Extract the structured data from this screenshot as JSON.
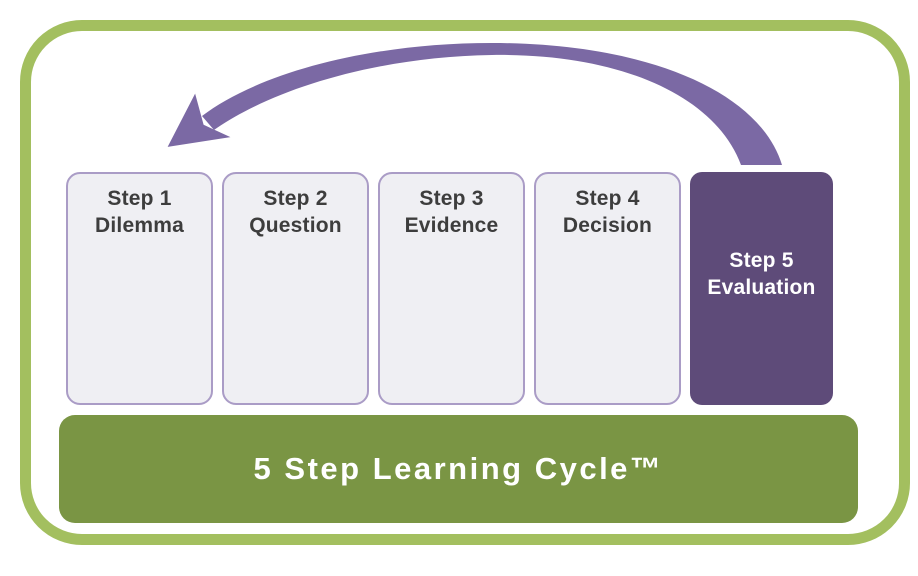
{
  "diagram": {
    "title": "5 Step Learning Cycle™",
    "steps": [
      {
        "step": "Step 1",
        "label": "Dilemma"
      },
      {
        "step": "Step 2",
        "label": "Question"
      },
      {
        "step": "Step 3",
        "label": "Evidence"
      },
      {
        "step": "Step 4",
        "label": "Decision"
      },
      {
        "step": "Step 5",
        "label": "Evaluation"
      }
    ],
    "active_step": "Step 5",
    "arrow": {
      "from": "Step 5",
      "to": "Step 1",
      "shape": "tapered-curved-arrow"
    },
    "colors": {
      "frame_border": "#a3bf5f",
      "title_bar": "#7a9544",
      "title_text": "#ffffff",
      "card_fill": "#efeff3",
      "card_border": "#aa9cc6",
      "card_text": "#3d3d3d",
      "active_card_fill": "#5e4b79",
      "active_card_text": "#ffffff",
      "arrow": "#7b69a4"
    }
  }
}
